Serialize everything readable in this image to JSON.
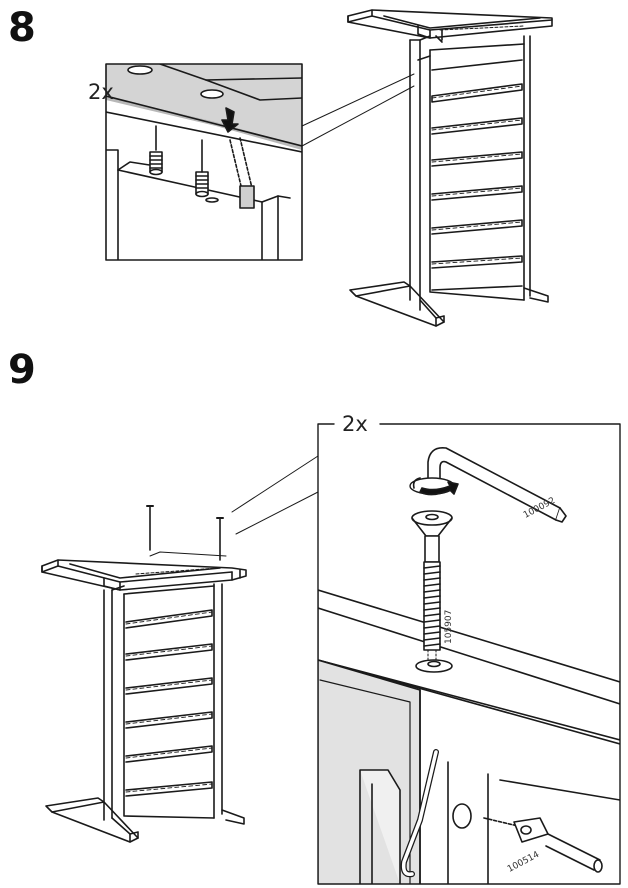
{
  "steps": [
    {
      "number": "8",
      "quantity": "2x"
    },
    {
      "number": "9",
      "quantity": "2x"
    }
  ],
  "part_codes": [
    "100092",
    "105907",
    "100514"
  ],
  "colors": {
    "line": "#1a1a1a",
    "shade": "#d4d4d4",
    "shade_dark": "#b8b8b8",
    "background": "#ffffff"
  }
}
